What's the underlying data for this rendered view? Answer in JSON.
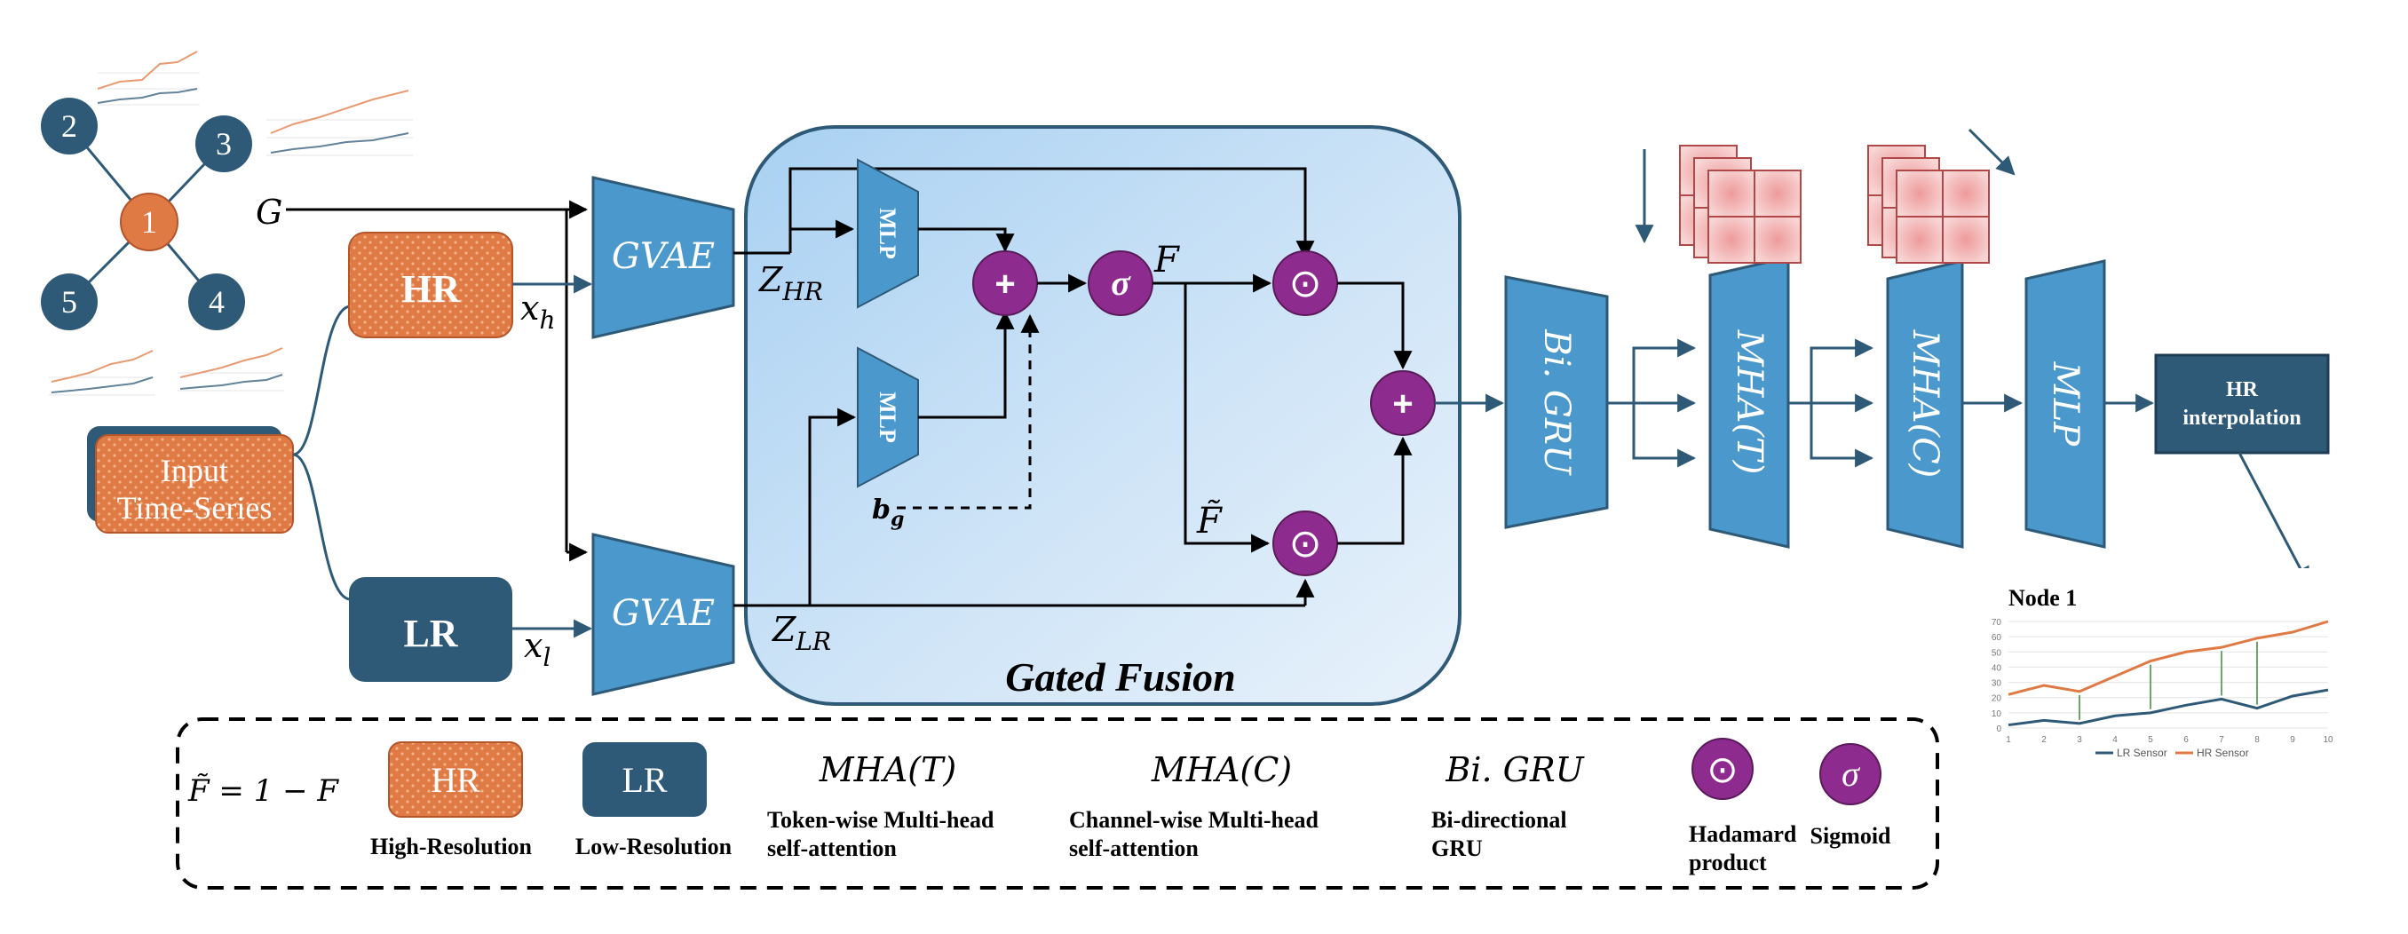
{
  "graph": {
    "label_G": "G",
    "nodes": [
      "1",
      "2",
      "3",
      "4",
      "5"
    ]
  },
  "inputs": {
    "hr": "HR",
    "lr": "LR",
    "series_line1": "Input",
    "series_line2": "Time-Series",
    "x_h_base": "x",
    "x_h_sub": "h",
    "x_l_base": "x",
    "x_l_sub": "l"
  },
  "encoders": {
    "gvae_top": "GVAE",
    "gvae_bottom": "GVAE",
    "z_hr_base": "Z",
    "z_hr_sub": "HR",
    "z_lr_base": "Z",
    "z_lr_sub": "LR"
  },
  "fusion": {
    "title": "Gated Fusion",
    "mlp_top": "MLP",
    "mlp_bottom": "MLP",
    "plus": "+",
    "sigma": "σ",
    "hadamard": "⊙",
    "f_label": "F",
    "f_tilde_label": "F̃",
    "bias_base": "b",
    "bias_sub": "g"
  },
  "stack": {
    "bigru": "Bi. GRU",
    "mha_t": "MHA(T)",
    "mha_c": "MHA(C)",
    "mlp": "MLP",
    "hr_interp_line1": "HR",
    "hr_interp_line2": "interpolation"
  },
  "output_chart": {
    "title": "Node 1",
    "legend_lr": "LR Sensor",
    "legend_hr": "HR Sensor"
  },
  "legend": {
    "formula": "F̃ = 1 − F",
    "hr_box": "HR",
    "hr_caption": "High-Resolution",
    "lr_box": "LR",
    "lr_caption": "Low-Resolution",
    "mha_t_title": "MHA(T)",
    "mha_t_caption1": "Token-wise Multi-head",
    "mha_t_caption2": "self-attention",
    "mha_c_title": "MHA(C)",
    "mha_c_caption1": "Channel-wise Multi-head",
    "mha_c_caption2": "self-attention",
    "bigru_title": "Bi. GRU",
    "bigru_caption1": "Bi-directional",
    "bigru_caption2": "GRU",
    "hadamard_caption1": "Hadamard",
    "hadamard_caption2": "product",
    "sigmoid_caption": "Sigmoid"
  },
  "colors": {
    "orange": "#e07a45",
    "navy": "#2e5a78",
    "blue": "#4a98cc",
    "purple": "#8e2b8e",
    "pink": "#f2c2c2"
  },
  "chart_data": {
    "type": "line",
    "title": "Node 1",
    "x": [
      1,
      2,
      3,
      4,
      5,
      6,
      7,
      8,
      9,
      10
    ],
    "series": [
      {
        "name": "LR Sensor",
        "values": [
          2,
          5,
          3,
          8,
          10,
          15,
          19,
          13,
          21,
          25
        ]
      },
      {
        "name": "HR Sensor",
        "values": [
          22,
          28,
          24,
          34,
          44,
          50,
          53,
          59,
          63,
          70
        ]
      }
    ],
    "ylim": [
      0,
      70
    ],
    "y_ticks": [
      0,
      10,
      20,
      30,
      40,
      50,
      60,
      70
    ],
    "grid": true,
    "legend": "bottom"
  }
}
